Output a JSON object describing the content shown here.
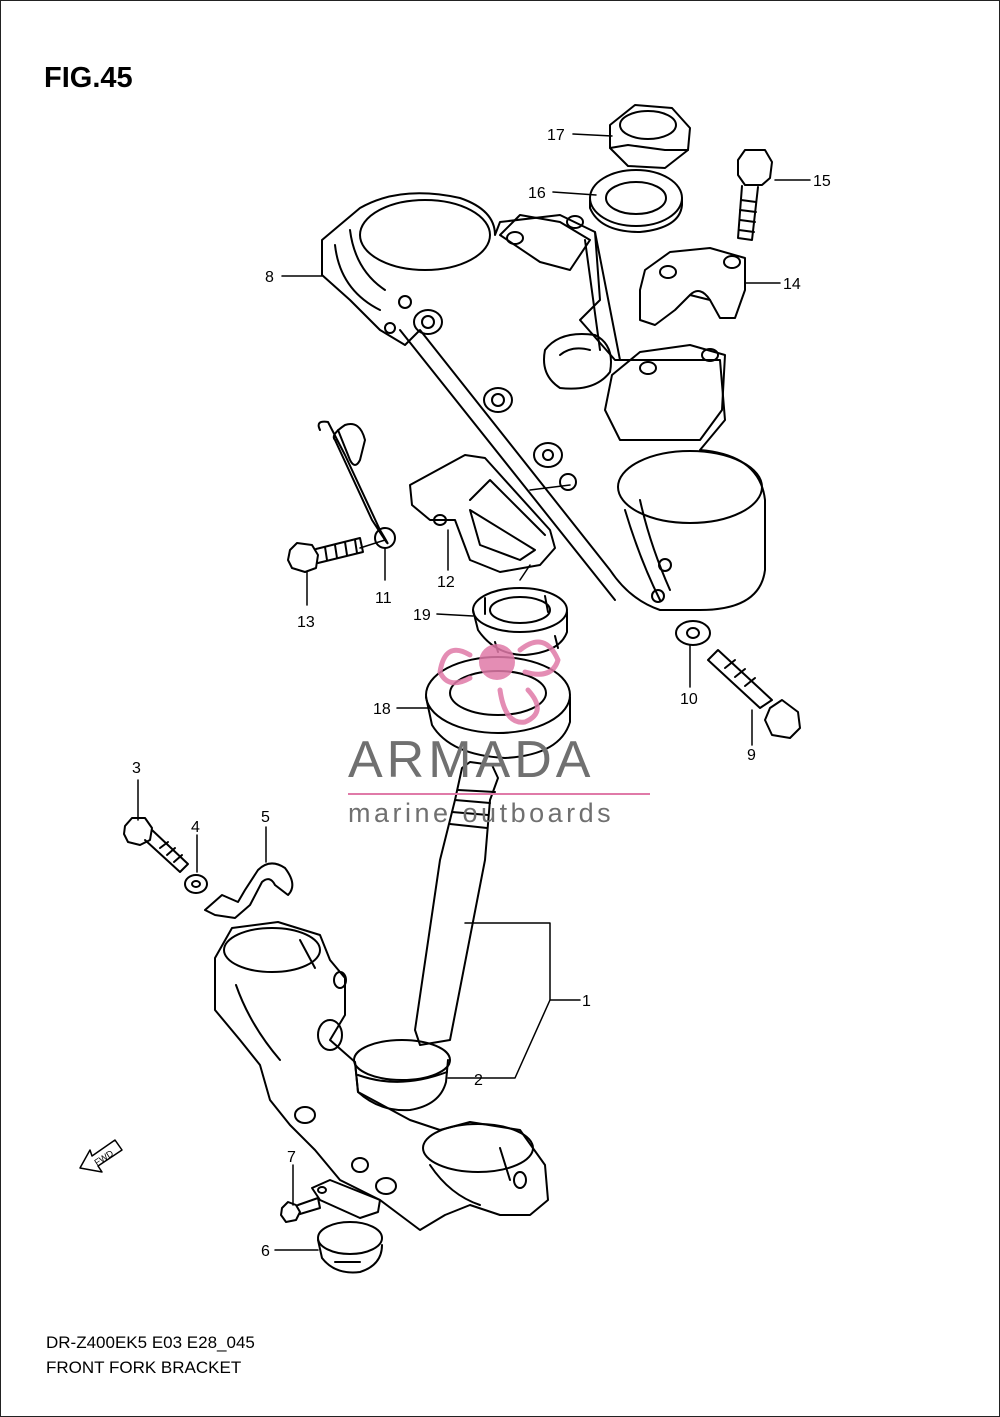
{
  "figure": {
    "label": "FIG.45",
    "model_code": "DR-Z400EK5 E03 E28_045",
    "title": "FRONT FORK BRACKET"
  },
  "fwd_label": "FWD",
  "watermark": {
    "brand": "ARMADA",
    "tagline": "marine outboards",
    "accent_color": "#e07aa8",
    "text_color": "#707070"
  },
  "callouts": [
    "1",
    "2",
    "3",
    "4",
    "5",
    "6",
    "7",
    "8",
    "9",
    "10",
    "11",
    "12",
    "13",
    "14",
    "15",
    "16",
    "17",
    "18",
    "19"
  ]
}
